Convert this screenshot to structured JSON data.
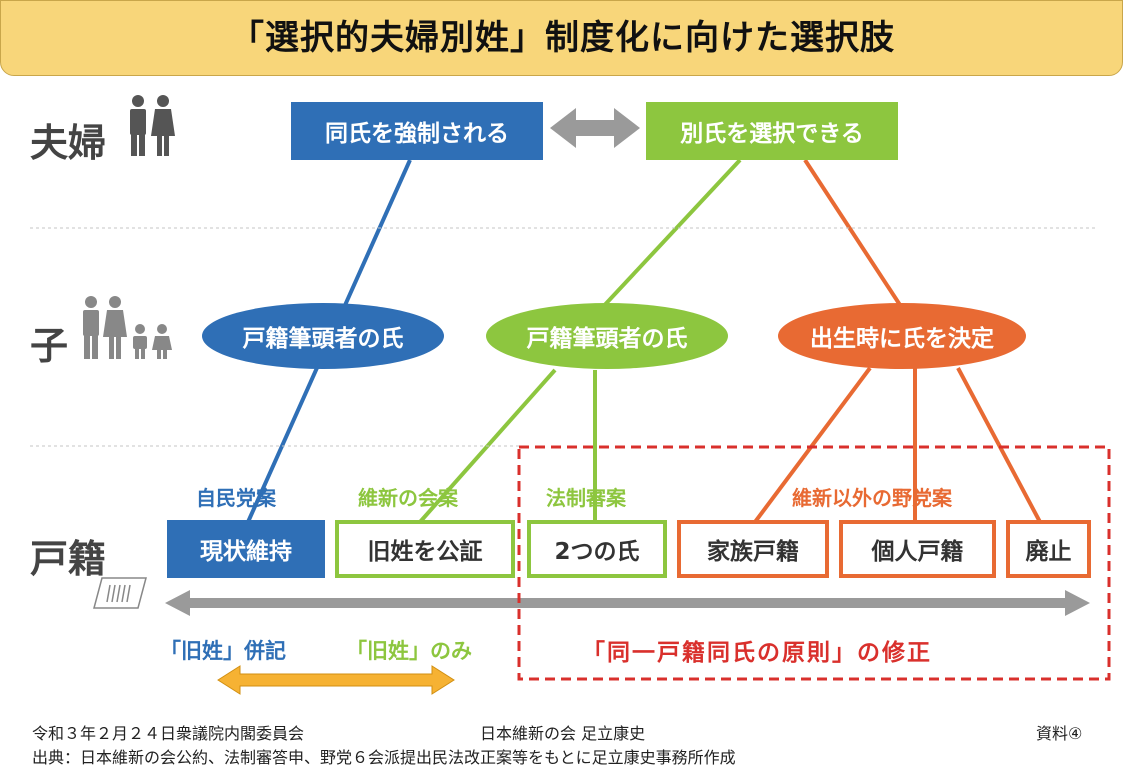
{
  "title": "「選択的夫婦別姓」制度化に向けた選択肢",
  "rows": {
    "couple": "夫婦",
    "child": "子",
    "family_register": "戸籍"
  },
  "top": {
    "forced": "同氏を強制される",
    "choose": "別氏を選択できる"
  },
  "middle": {
    "blue": "戸籍筆頭者の氏",
    "green": "戸籍筆頭者の氏",
    "orange": "出生時に氏を決定"
  },
  "parties": {
    "ldp": "自民党案",
    "ishin": "維新の会案",
    "council": "法制審案",
    "opposition": "維新以外の野党案"
  },
  "options": {
    "status_quo": "現状維持",
    "certify_maiden": "旧姓を公証",
    "two_names": "2つの氏",
    "family_reg": "家族戸籍",
    "individual_reg": "個人戸籍",
    "abolish": "廃止"
  },
  "bottom": {
    "joint": "「旧姓」併記",
    "only": "「旧姓」のみ",
    "principle": "「同一戸籍同氏の原則」の修正"
  },
  "footer": {
    "date_committee": "令和３年２月２４日衆議院内閣委員会",
    "author": "日本維新の会 足立康史",
    "doc": "資料④",
    "source": "出典：日本維新の会公約、法制審答申、野党６会派提出民法改正案等をもとに足立康史事務所作成"
  },
  "colors": {
    "blue": "#2f6fb6",
    "green": "#8dc63f",
    "orange": "#e86a33",
    "red_dash": "#d9302c",
    "gray_arrow": "#9a9a9a",
    "yellow_arrow": "#f6b233"
  },
  "icons": [
    "couple-icon",
    "family-icon",
    "register-card-icon"
  ]
}
